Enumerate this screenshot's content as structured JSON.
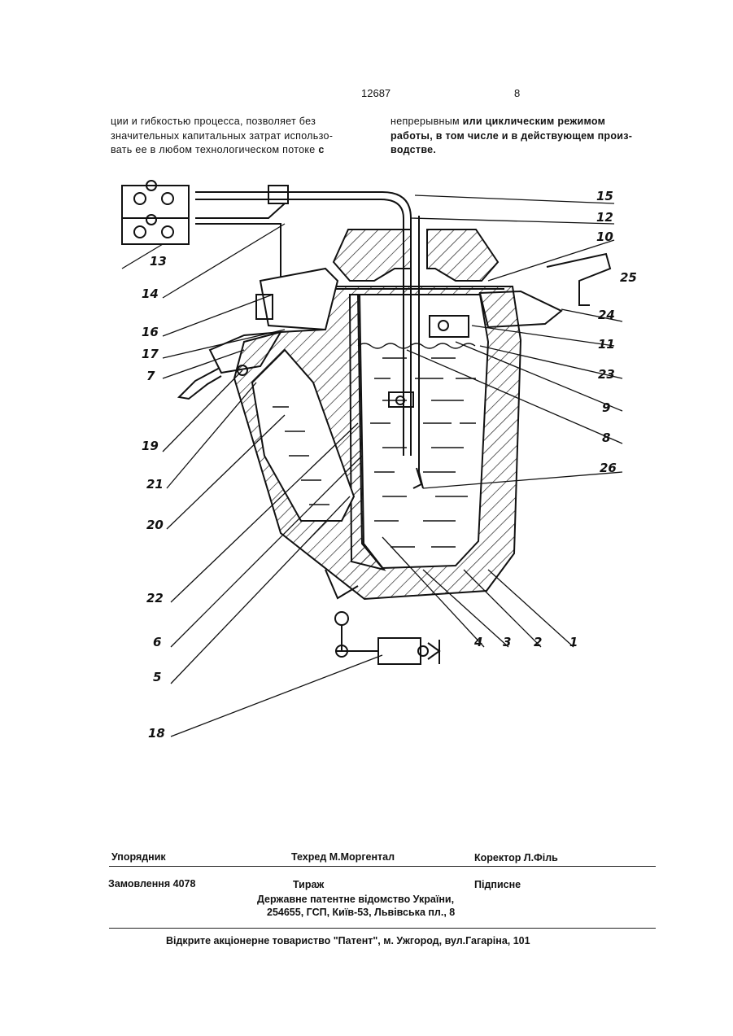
{
  "header": {
    "patent_no": "12687",
    "page_no": "8"
  },
  "text_left": {
    "line1": "ции и гибкостью процесса, позволяет без",
    "line2": "значительных капитальных затрат использо-",
    "line3_a": "вать ее в любом технологическом потоке ",
    "line3_b": "с"
  },
  "text_right": {
    "line1_a": "непрерывным ",
    "line1_b": "или циклическим режимом",
    "line2": "работы, в том числе и в действующем произ-",
    "line3": "водстве."
  },
  "figure": {
    "labels": [
      "15",
      "12",
      "10",
      "13",
      "25",
      "24",
      "14",
      "16",
      "11",
      "17",
      "23",
      "7",
      "9",
      "19",
      "8",
      "26",
      "21",
      "20",
      "22",
      "1",
      "2",
      "3",
      "4",
      "6",
      "5",
      "18"
    ]
  },
  "imprint": {
    "compiler": "Упорядник",
    "techred": "Техред М.Моргентал",
    "corrector": "Коректор  Л.Філь",
    "order": "Замовлення 4078",
    "circulation": "Тираж",
    "subscription": "Підписне",
    "office_line1": "Державне патентне відомство України,",
    "office_line2": "254655, ГСП, Київ-53, Львівська пл., 8",
    "publisher": "Відкрите акціонерне товариство   \"Патент\", м. Ужгород, вул.Гагаріна, 101"
  }
}
